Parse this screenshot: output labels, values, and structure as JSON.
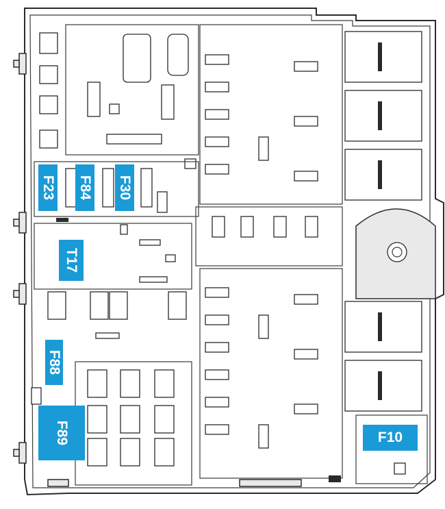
{
  "labels": {
    "f23": "F23",
    "f84": "F84",
    "f30": "F30",
    "t17": "T17",
    "f88": "F88",
    "f89": "F89",
    "f10": "F10"
  },
  "colors": {
    "highlight": "#1a9ad6",
    "outline": "#2a2a2a",
    "panel": "#e9e9e9"
  }
}
